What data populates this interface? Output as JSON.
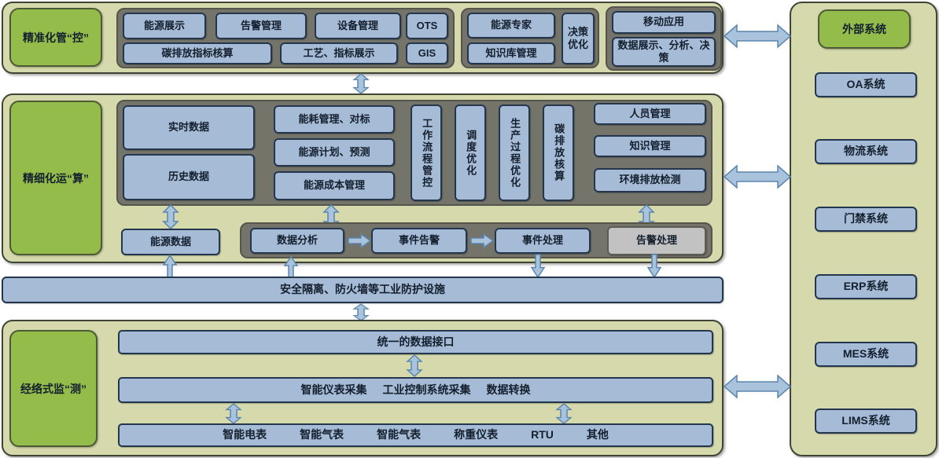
{
  "top": {
    "label": "精准化管“控”",
    "g1": {
      "r1c1": "能源展示",
      "r1c2": "告警管理",
      "r1c3": "设备管理",
      "r1c4": "OTS",
      "r2c1": "碳排放指标核算",
      "r2c2": "工艺、指标展示",
      "r2c3": "GIS"
    },
    "g2": {
      "r1": "能源专家",
      "r2": "知识库管理",
      "side": "决策优化"
    },
    "g3": {
      "r1": "移动应用",
      "r2": "数据展示、分析、决策"
    }
  },
  "middle": {
    "label": "精细化运“算”",
    "left1": "实时数据",
    "left2": "历史数据",
    "m1": "能耗管理、对标",
    "m2": "能源计划、预测",
    "m3": "能源成本管理",
    "v1": "工作流程管控",
    "v2": "调度优化",
    "v3": "生产过程优化",
    "v4": "碳排放核算",
    "r1": "人员管理",
    "r2": "知识管理",
    "r3": "环境排放检测",
    "energy_data": "能源数据",
    "analysis": "数据分析",
    "event_alarm": "事件告警",
    "event_handle": "事件处理",
    "alarm_handle": "告警处理"
  },
  "firewall": {
    "label": "安全隔离、防火墙等工业防护设施"
  },
  "bottom": {
    "label": "经络式监“测”",
    "bar1": "统一的数据接口",
    "bar2": [
      "智能仪表采集",
      "工业控制系统采集",
      "数据转换"
    ],
    "bar3": [
      "智能电表",
      "智能气表",
      "智能气表",
      "称重仪表",
      "RTU",
      "其他"
    ]
  },
  "right_panel": {
    "title": "外部系统",
    "systems": [
      "OA系统",
      "物流系统",
      "门禁系统",
      "ERP系统",
      "MES系统",
      "LIMS系统"
    ]
  },
  "colors": {
    "band_bg": "#d6d9ab",
    "green": "#94bc4a",
    "dark_container": "#74746a",
    "box_blue": "#a6bbd6",
    "box_border": "#24364e",
    "gray_box": "#c2c2c2",
    "arrow": "#a9c3dd",
    "text": "#141f2e"
  }
}
